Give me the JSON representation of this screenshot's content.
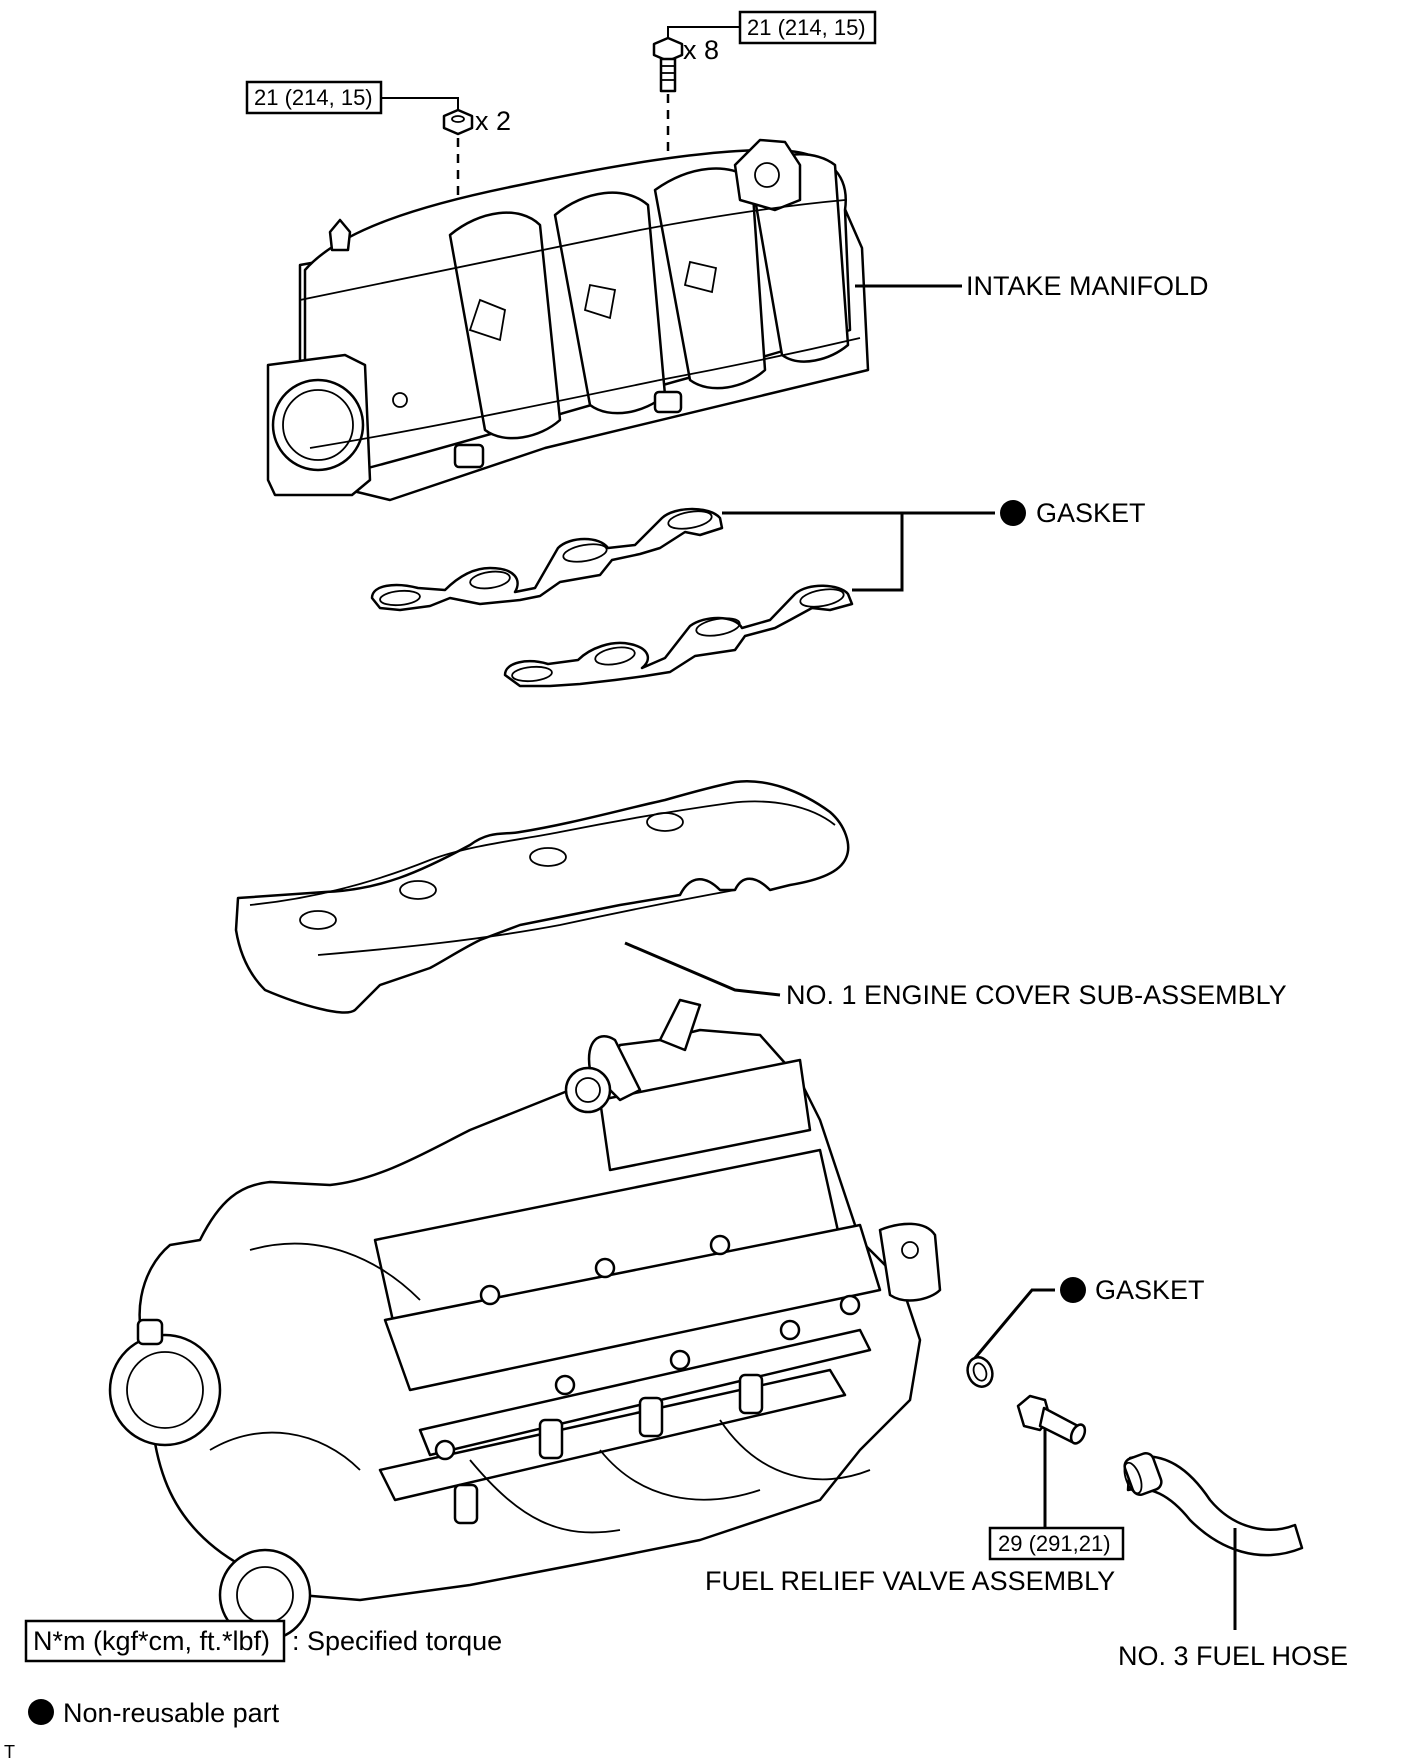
{
  "torque_bolts": {
    "value": "21 (214, 15)",
    "qty": "x 8"
  },
  "torque_nuts": {
    "value": "21 (214, 15)",
    "qty": "x 2"
  },
  "intake_manifold": {
    "label": "INTAKE MANIFOLD"
  },
  "gasket_manifold": {
    "label": "GASKET"
  },
  "engine_cover": {
    "label": "NO. 1 ENGINE COVER SUB-ASSEMBLY"
  },
  "gasket_relief": {
    "label": "GASKET"
  },
  "relief_valve": {
    "torque": "29 (291,21)",
    "label": "FUEL RELIEF VALVE ASSEMBLY"
  },
  "fuel_hose": {
    "label": "NO. 3 FUEL HOSE"
  },
  "legend": {
    "torque_unit": "N*m (kgf*cm, ft.*lbf)",
    "torque_desc": ": Specified torque",
    "non_reusable": "Non-reusable part"
  },
  "corner_mark": "T"
}
